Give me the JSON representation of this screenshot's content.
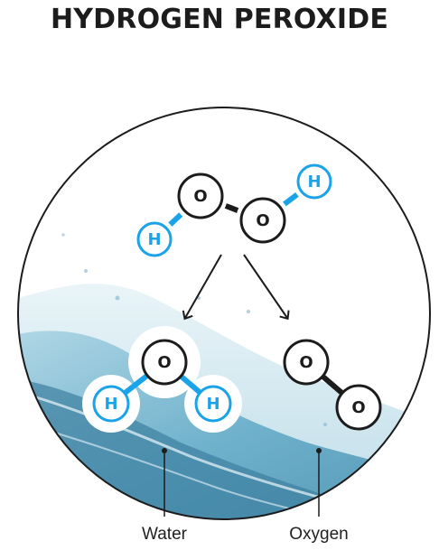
{
  "title": "HYDROGEN PEROXIDE",
  "colors": {
    "hydrogen": "#1aa3e8",
    "oxygen": "#1c1c1c",
    "bond": "#1c1c1c",
    "water_splash": "#5fa9c6"
  },
  "reactant": {
    "atoms": [
      {
        "element": "H",
        "label": "H"
      },
      {
        "element": "O",
        "label": "O"
      },
      {
        "element": "O",
        "label": "O"
      },
      {
        "element": "H",
        "label": "H"
      }
    ]
  },
  "products": [
    {
      "name": "Water",
      "atoms": [
        {
          "element": "O",
          "label": "O"
        },
        {
          "element": "H",
          "label": "H"
        },
        {
          "element": "H",
          "label": "H"
        }
      ]
    },
    {
      "name": "Oxygen",
      "atoms": [
        {
          "element": "O",
          "label": "O"
        },
        {
          "element": "O",
          "label": "O"
        }
      ]
    }
  ]
}
